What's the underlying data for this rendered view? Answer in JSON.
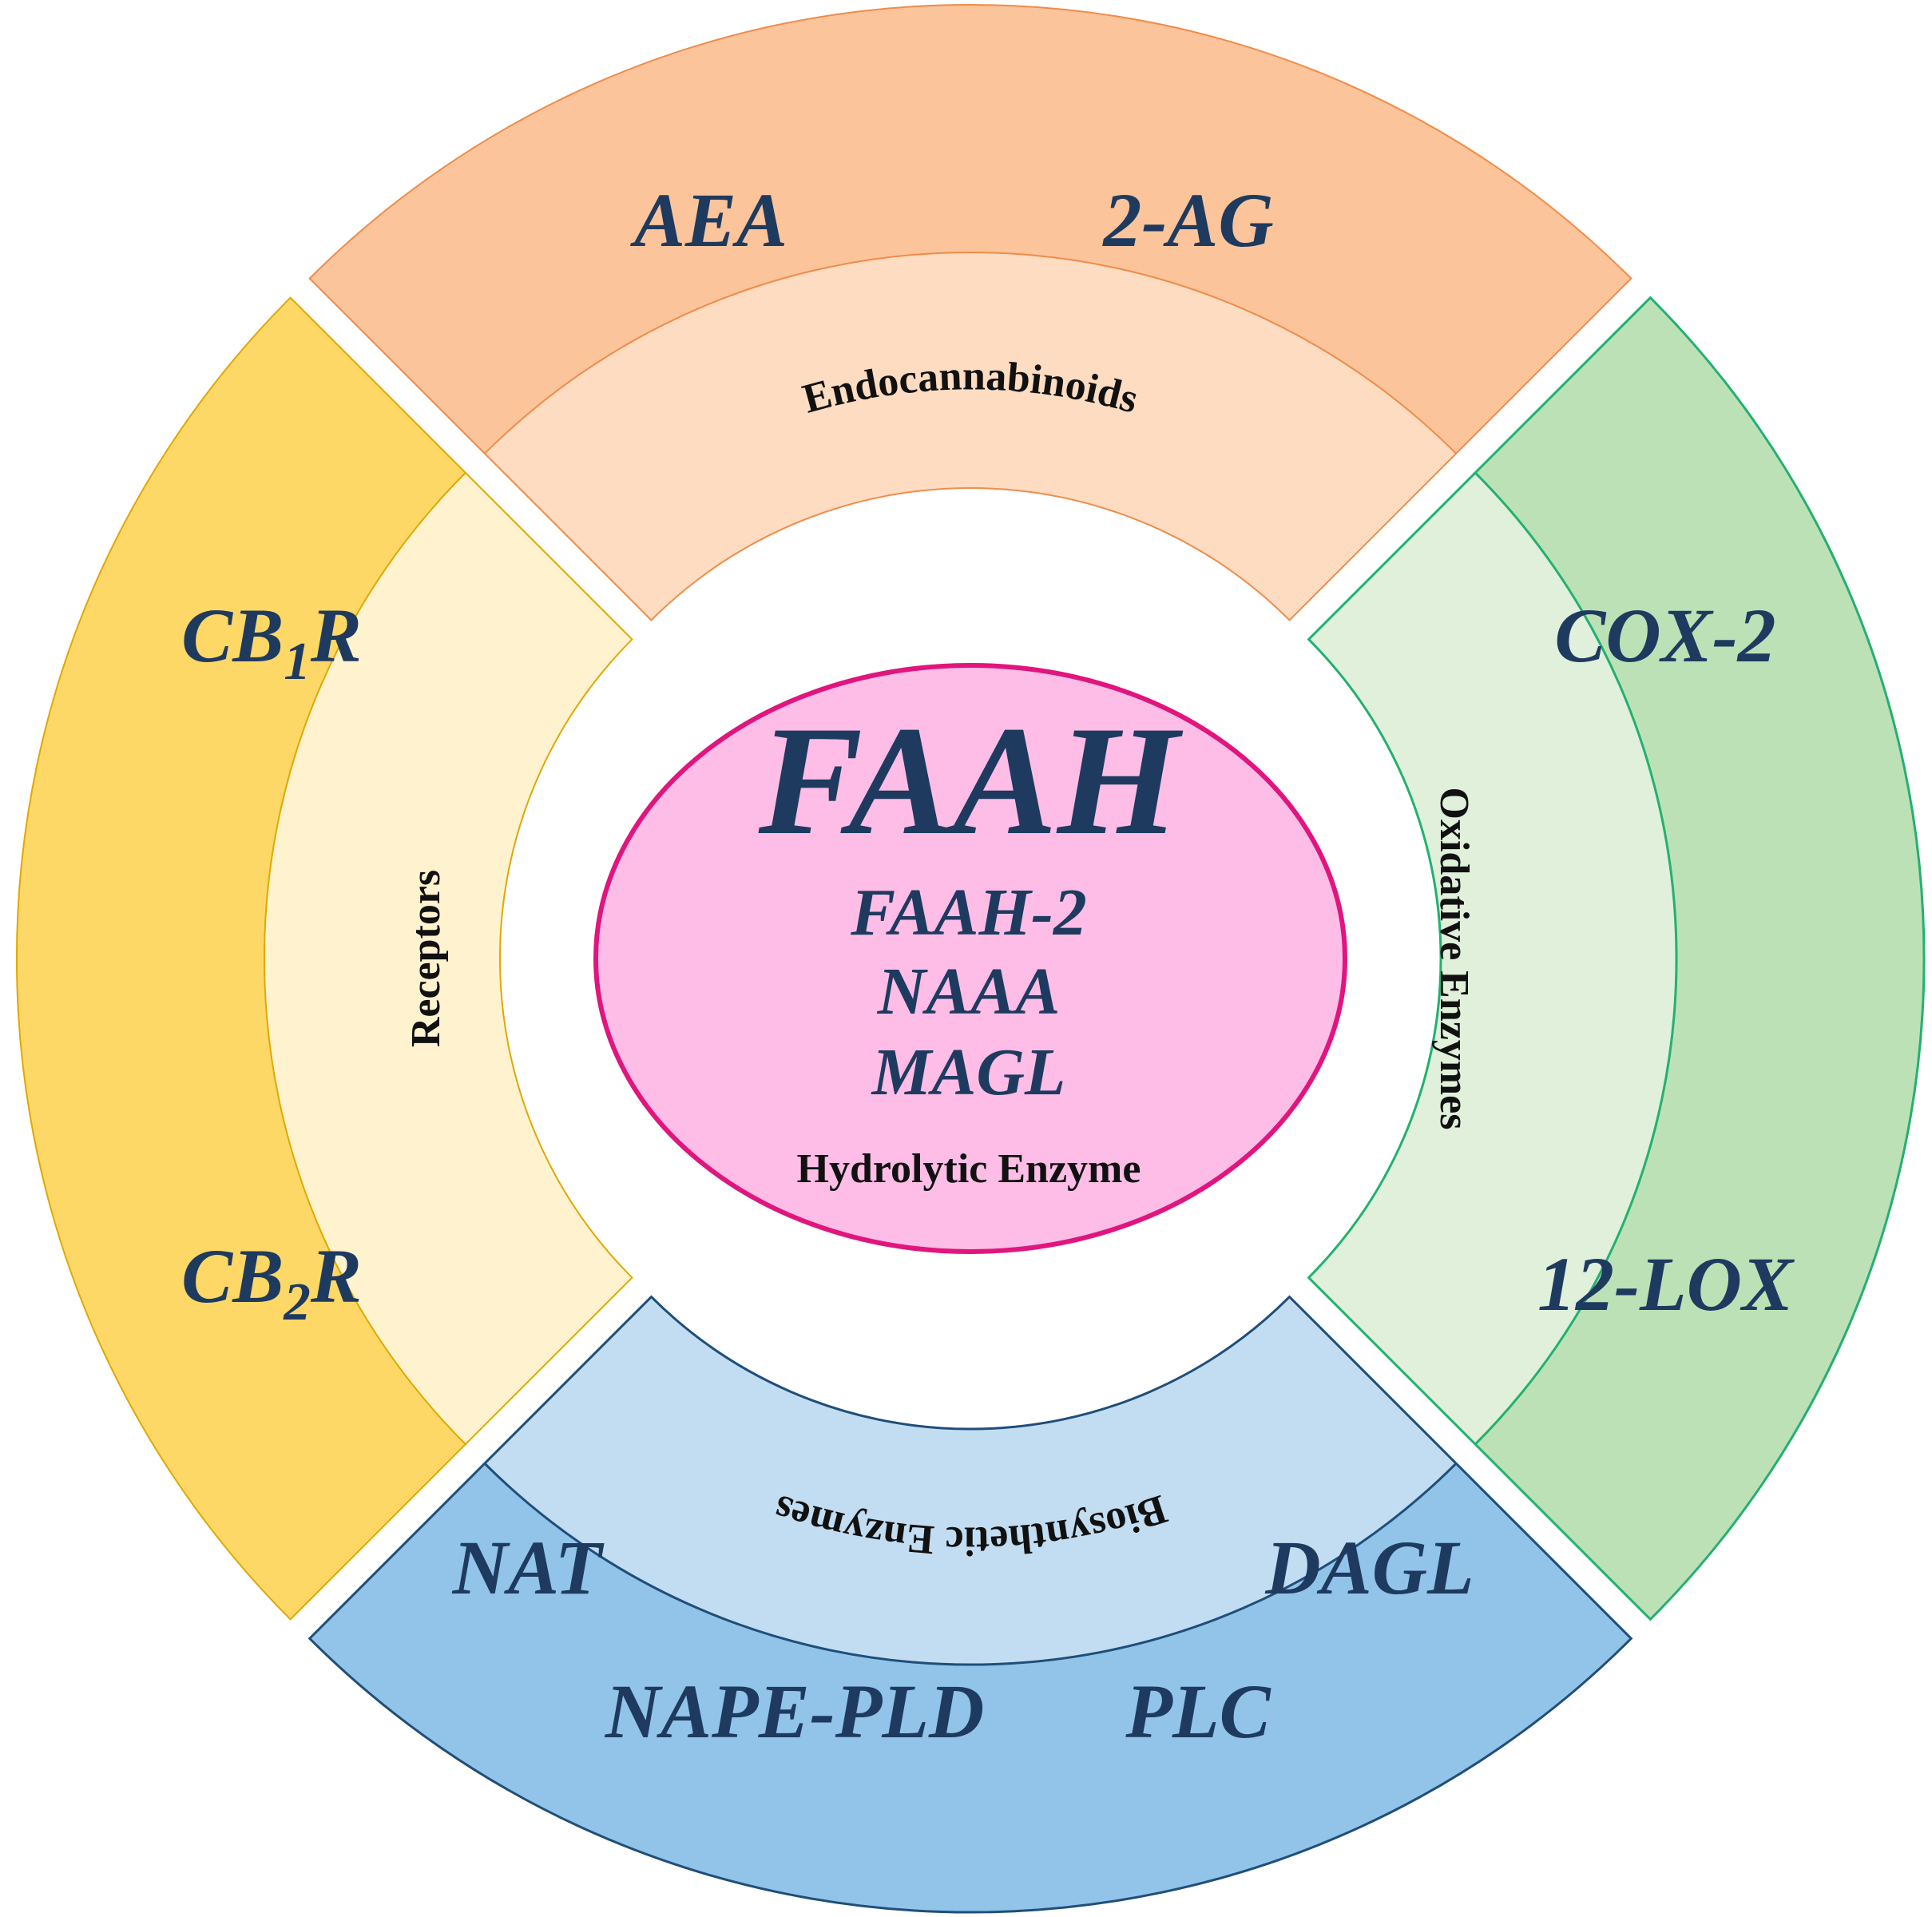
{
  "center": {
    "title": "FAAH",
    "items": [
      "FAAH-2",
      "NAAA",
      "MAGL"
    ],
    "label": "Hydrolytic Enzyme",
    "fill": "#fdbde6",
    "stroke": "#e0157e"
  },
  "sectors": {
    "endocannabinoids": {
      "label": "Endocannabinoids",
      "items": [
        "AEA",
        "2-AG"
      ],
      "outer_color": "#fbc49a",
      "inner_color": "#fddcc1",
      "stroke": "#f08c4a"
    },
    "oxidative": {
      "label": "Oxidative Enzymes",
      "items": [
        "COX-2",
        "12-LOX"
      ],
      "outer_color": "#bde1b6",
      "inner_color": "#e0f0db",
      "stroke": "#23b070"
    },
    "biosynthetic": {
      "label": "Biosynthetic Enzymes",
      "items": [
        "NAT",
        "DAGL",
        "NAPE-PLD",
        "PLC"
      ],
      "outer_color": "#91c4e8",
      "inner_color": "#c2ddf2",
      "stroke": "#1f4e79"
    },
    "receptors": {
      "label": "Receptors",
      "items": [
        {
          "main": "CB",
          "sub": "1",
          "suffix": "R"
        },
        {
          "main": "CB",
          "sub": "2",
          "suffix": "R"
        }
      ],
      "outer_color": "#fdd866",
      "inner_color": "#fff2cf",
      "stroke": "#e0a800"
    }
  }
}
